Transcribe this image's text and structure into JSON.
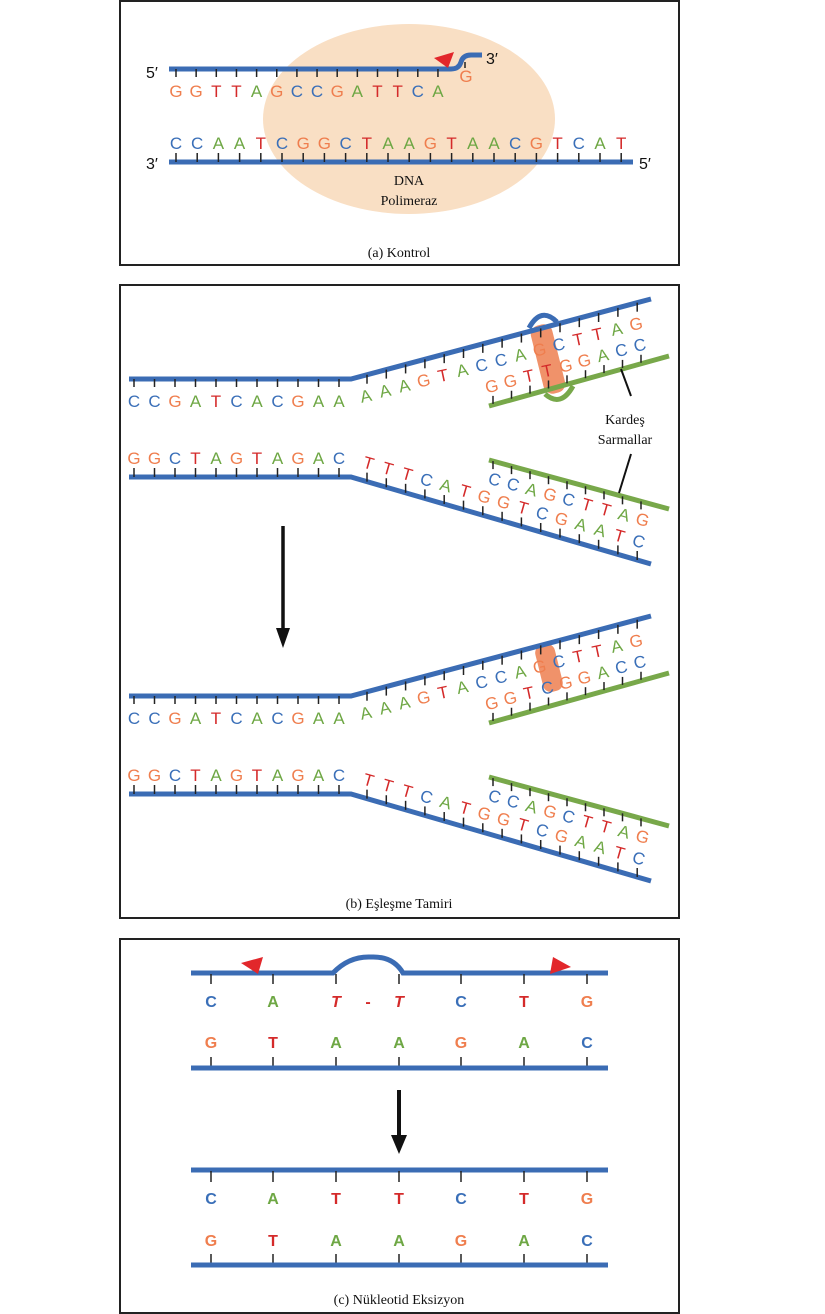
{
  "colors": {
    "A": "#6ea744",
    "C": "#3a6fb8",
    "G": "#ef7e4e",
    "T": "#d42a2a",
    "strand": "#3b6cb4",
    "sister": "#78a84a",
    "enzyme": "#f9dfc4",
    "mismatch": "#f0926a",
    "marker": "#e2272b",
    "ink": "#111111"
  },
  "panel_a": {
    "upper_strand": "GGTTAGCCGATTCA",
    "upper_flip": "G",
    "lower_strand": "CCAATCGGCTAAGTAACGTCAT",
    "label_5_left": "5′",
    "label_3_right": "3′",
    "label_3_left": "3′",
    "label_5_right": "5′",
    "enzyme_line1": "DNA",
    "enzyme_line2": "Polimeraz",
    "caption": "(a) Kontrol"
  },
  "panel_b": {
    "top_flat": "CCGATCACGAA",
    "top_rise": "AAAGTACCAGCTTAG",
    "sister_top_before": "GGTTGGACC",
    "sister_top_after": "GGTCGGACC",
    "bottom_flat": "GGCTAGTAGAC",
    "bottom_fall": "TTTCATGGTCGAATC",
    "sister_bottom": "CCAGCTTAG",
    "sister_label_1": "Kardeş",
    "sister_label_2": "Sarmallar",
    "caption": "(b) Eşleşme Tamiri"
  },
  "panel_c": {
    "top_before": [
      "C",
      "A",
      "T",
      "-",
      "T",
      "C",
      "T",
      "G"
    ],
    "bottom": [
      "G",
      "T",
      "A",
      "A",
      "G",
      "A",
      "C"
    ],
    "top_after": [
      "C",
      "A",
      "T",
      "T",
      "C",
      "T",
      "G"
    ],
    "caption": "(c) Nükleotid Eksizyon"
  }
}
